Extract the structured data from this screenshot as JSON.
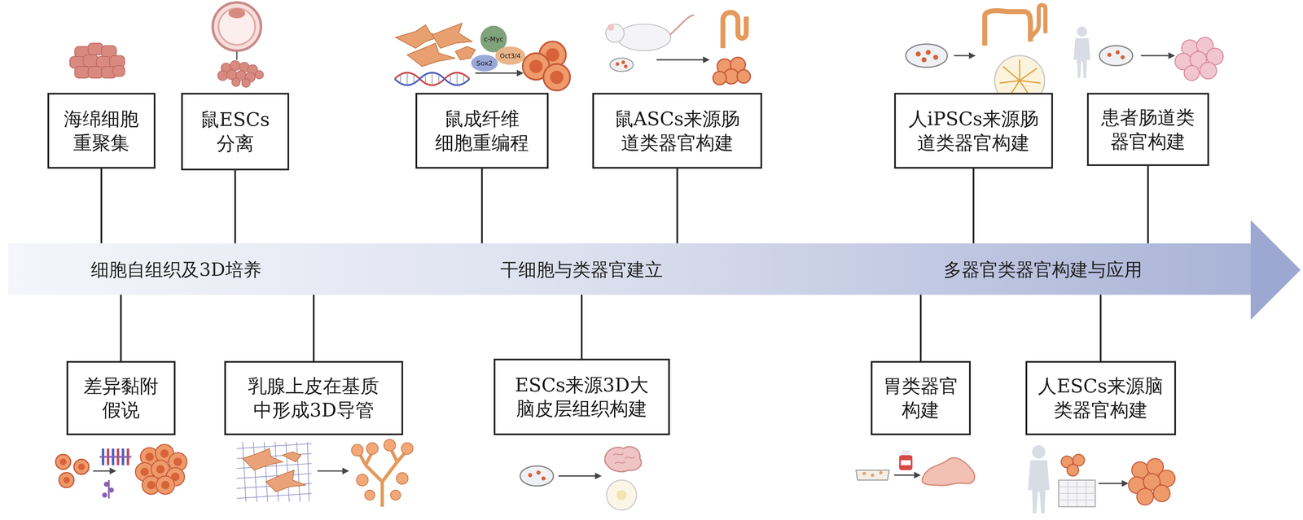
{
  "diagram": {
    "nodes": [
      {
        "text": [
          "海绵细胞 重聚集"
        ]
      },
      {
        "text": [
          "鼠ESCs 分离"
        ]
      },
      {
        "text": [
          "鼠成纤维 细胞重编程"
        ]
      },
      {
        "text": [
          "鼠ASCs来源肠 道类器官构建"
        ]
      },
      {
        "text": [
          "人iPSCs来源肠 道类器官构建"
        ]
      },
      {
        "text": [
          "患者肠道类 器官构建"
        ]
      },
      {
        "text": [
          "细胞自组织及3D培养",
          "干细胞与类器官建立",
          "多器官类器官构建与应用"
        ]
      },
      {
        "text": [
          "差异黏附 假说"
        ]
      },
      {
        "text": [
          "乳腺上皮在基质 中形成3D导管"
        ]
      },
      {
        "text": [
          "ESCs来源3D大 脑皮层组织构建"
        ]
      },
      {
        "text": [
          "胃类器官 构建"
        ]
      },
      {
        "text": [
          "人ESCs来源脑 类器官构建"
        ]
      }
    ],
    "edges": [
      {
        "from": 0,
        "to": 6,
        "arrow": "none"
      },
      {
        "from": 1,
        "to": 6,
        "arrow": "none"
      },
      {
        "from": 2,
        "to": 6,
        "arrow": "none"
      },
      {
        "from": 3,
        "to": 6,
        "arrow": "none"
      },
      {
        "from": 4,
        "to": 6,
        "arrow": "none"
      },
      {
        "from": 5,
        "to": 6,
        "arrow": "none"
      },
      {
        "from": 6,
        "to": 7,
        "arrow": "none"
      },
      {
        "from": 6,
        "to": 8,
        "arrow": "none"
      },
      {
        "from": 6,
        "to": 9,
        "arrow": "none"
      },
      {
        "from": 6,
        "to": 10,
        "arrow": "none"
      },
      {
        "from": 6,
        "to": 11,
        "arrow": "none"
      }
    ],
    "labels": [
      "c-Myc",
      "Oct3/4",
      "Sox2"
    ]
  }
}
